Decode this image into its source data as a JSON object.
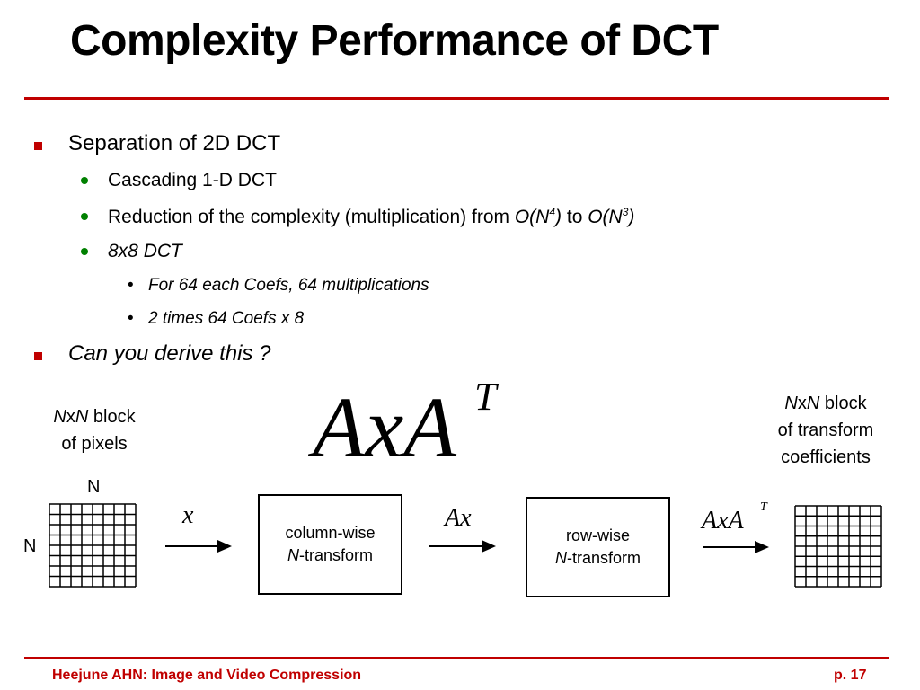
{
  "title": "Complexity Performance of DCT",
  "bullets": {
    "b1": "Separation of 2D DCT",
    "b1_1": "Cascading 1-D DCT",
    "b1_2_prefix": "Reduction of the complexity (multiplication) from ",
    "b1_2_from_a": "O(N",
    "b1_2_from_exp": "4",
    "b1_2_from_b": ")",
    "b1_2_mid": " to ",
    "b1_2_to_a": "O(N",
    "b1_2_to_exp": "3",
    "b1_2_to_b": ")",
    "b1_3": "8x8 DCT",
    "b1_3_1": "For 64 each Coefs,  64 multiplications",
    "b1_3_2": "2 times  64 Coefs x 8",
    "b2": "Can you derive this ?",
    "sub_marker": "•"
  },
  "diagram": {
    "formula_main": "AxA",
    "formula_sup": "T",
    "left_caption_n1": "N",
    "left_caption_x": "x",
    "left_caption_n2": "N",
    "left_caption_rest": " block",
    "left_caption_line2": "of pixels",
    "right_caption_n1": "N",
    "right_caption_x": "x",
    "right_caption_n2": "N",
    "right_caption_rest": "  block",
    "right_caption_line2": "of transform",
    "right_caption_line3": "coefficients",
    "grid_top_label": "N",
    "grid_left_label": "N",
    "arrow1_label": "x",
    "box1_line1": "column-wise",
    "box1_n": "N",
    "box1_rest": "-transform",
    "arrow2_label": "Ax",
    "box2_line1": "row-wise",
    "box2_n": "N",
    "box2_rest": "-transform",
    "arrow3_label_main": "AxA",
    "arrow3_label_sup": "T"
  },
  "footer": {
    "left": "Heejune AHN: Image and Video Compression",
    "right": "p. 17"
  },
  "colors": {
    "accent_red": "#c00000",
    "bullet_green": "#008000"
  }
}
